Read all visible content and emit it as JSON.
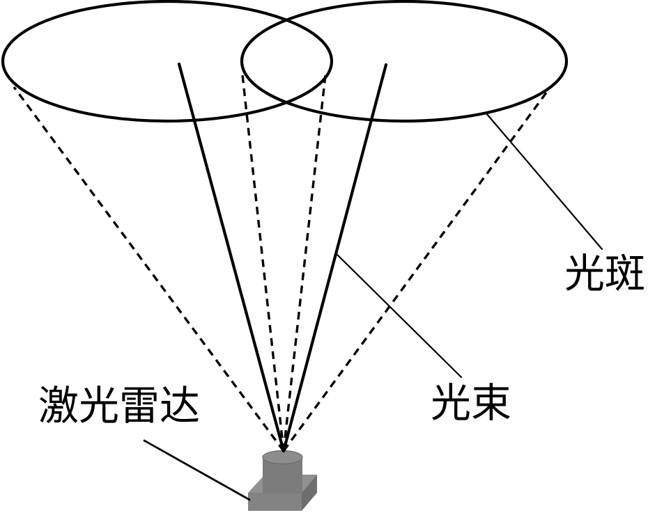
{
  "background": "#ffffff",
  "line_color": "#000000",
  "labels": {
    "lidar": "激光雷达",
    "beam": "光束",
    "spot": "光斑"
  },
  "device": {
    "name": "lidar-unit",
    "colors": {
      "cylinder_body": "#7c7c7c",
      "cylinder_top": "#8d8d8d",
      "cylinder_top_rim": "#6a6a6a",
      "base_front": "#838383",
      "base_top": "#919191",
      "base_side": "#6e6e6e"
    }
  },
  "figure": {
    "spot_ellipses": 2,
    "solid_beam_lines": 2,
    "dashed_cone_edges": 4,
    "leader_lines": 3
  }
}
